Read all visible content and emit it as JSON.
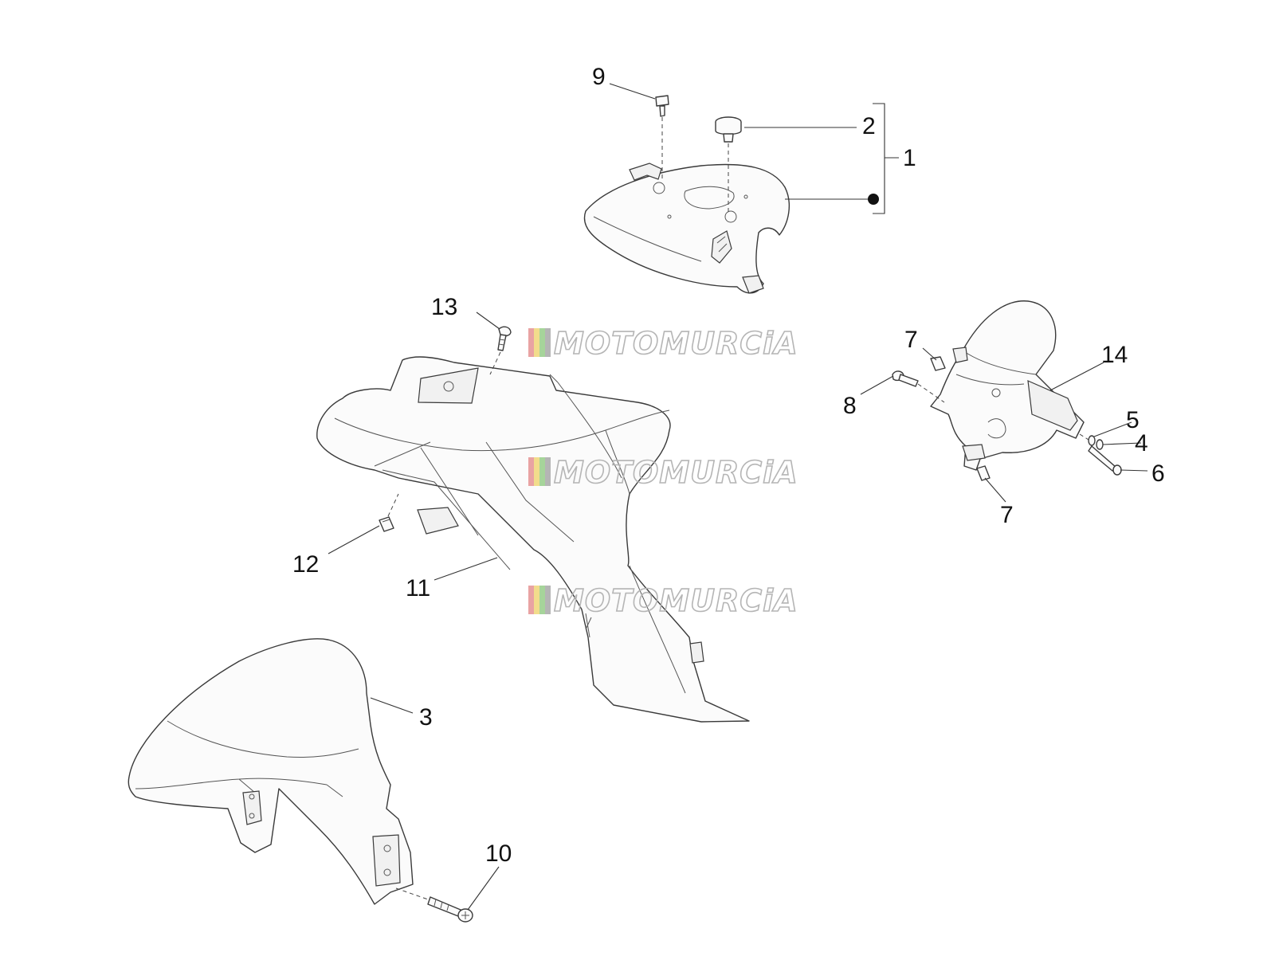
{
  "callouts": {
    "c1": "1",
    "c2": "2",
    "c3": "3",
    "c4": "4",
    "c5": "5",
    "c6": "6",
    "c7a": "7",
    "c7b": "7",
    "c8": "8",
    "c9": "9",
    "c10": "10",
    "c11": "11",
    "c12": "12",
    "c13": "13",
    "c14": "14"
  },
  "watermark": {
    "text": "MOTOMURCiA",
    "stripe_colors": [
      "#e9a3a3",
      "#f2dc8c",
      "#a6d49a",
      "#b5b5b5"
    ]
  }
}
